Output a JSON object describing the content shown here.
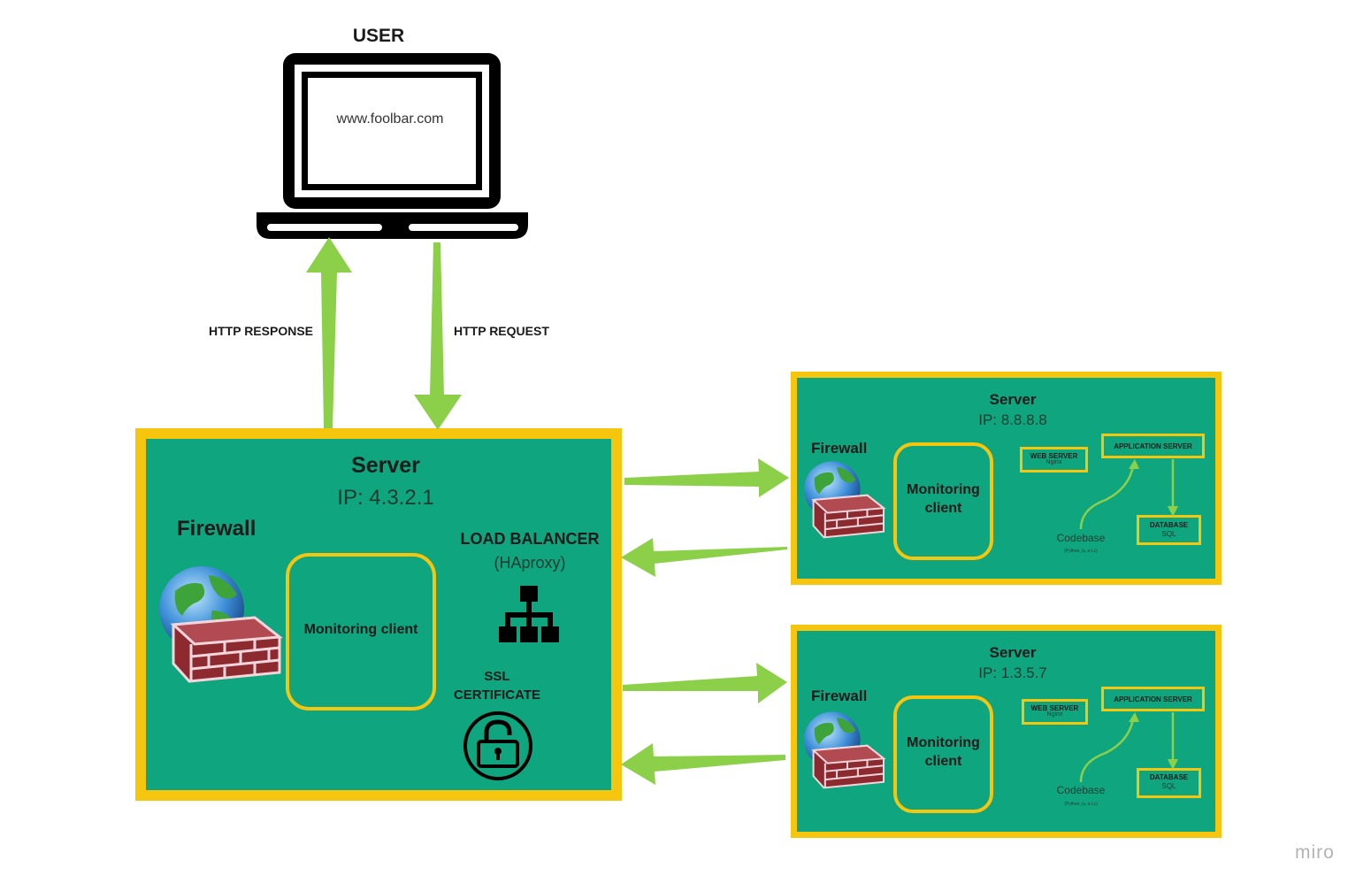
{
  "user": {
    "label": "USER",
    "url": "www.foolbar.com"
  },
  "arrows": {
    "response_label": "HTTP RESPONSE",
    "request_label": "HTTP REQUEST",
    "color": "#8cd04a"
  },
  "main_server": {
    "title": "Server",
    "ip": "IP: 4.3.2.1",
    "firewall_label": "Firewall",
    "monitoring_label": "Monitoring client",
    "load_balancer_label": "LOAD BALANCER",
    "load_balancer_sub": "(HAproxy)",
    "ssl_label_1": "SSL",
    "ssl_label_2": "CERTIFICATE"
  },
  "servers": [
    {
      "title": "Server",
      "ip": "IP: 8.8.8.8",
      "firewall_label": "Firewall",
      "monitoring_line1": "Monitoring",
      "monitoring_line2": "client",
      "web_server": "WEB SERVER",
      "web_server_sub": "Nginx",
      "app_server": "APPLICATION SERVER",
      "database": "DATABASE",
      "database_sub": "SQL",
      "codebase": "Codebase",
      "codebase_sub": "(Python, js, e.t.c)"
    },
    {
      "title": "Server",
      "ip": "IP: 1.3.5.7",
      "firewall_label": "Firewall",
      "monitoring_line1": "Monitoring",
      "monitoring_line2": "client",
      "web_server": "WEB SERVER",
      "web_server_sub": "Nginx",
      "app_server": "APPLICATION SERVER",
      "database": "DATABASE",
      "database_sub": "SQL",
      "codebase": "Codebase",
      "codebase_sub": "(Python, js, e.t.c)"
    }
  ],
  "watermark": "miro",
  "colors": {
    "server_fill": "#0fa57f",
    "border_yellow": "#f6c60e",
    "arrow_green": "#8cd04a"
  }
}
